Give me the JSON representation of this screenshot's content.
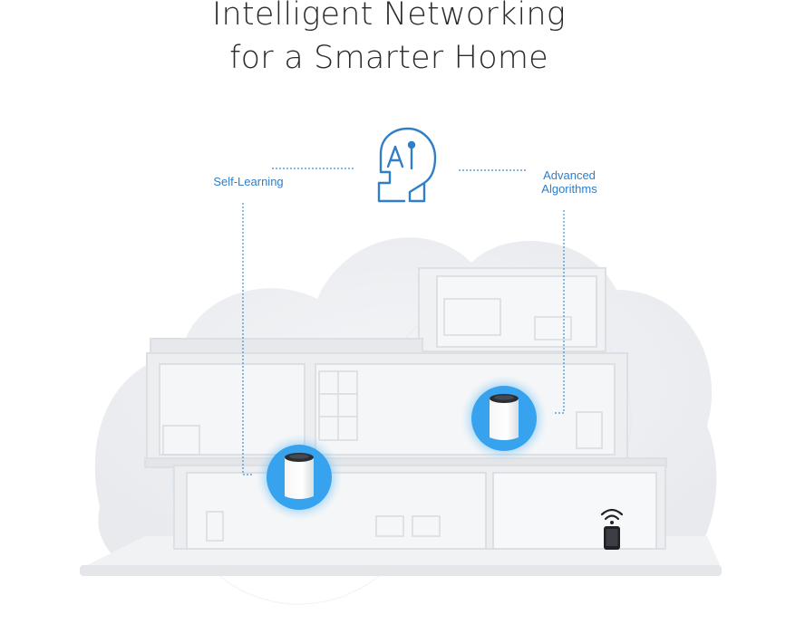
{
  "headline": {
    "line1": "Intelligent Networking",
    "line2": "for a Smarter Home"
  },
  "labels": {
    "self_learning": "Self-Learning",
    "advanced_line1": "Advanced",
    "advanced_line2": "Algorithms"
  },
  "icons": {
    "center": "ai-head-icon",
    "client": "smartphone-wifi-icon",
    "nodes": [
      "mesh-router-icon",
      "mesh-router-icon"
    ]
  },
  "colors": {
    "accent_blue": "#2f7ec7",
    "signal_blue": "#3aa6ef",
    "headline_text": "#2b2b2b",
    "house_gray": "#e9ebed",
    "cloud_gray": "#eef0f3"
  }
}
